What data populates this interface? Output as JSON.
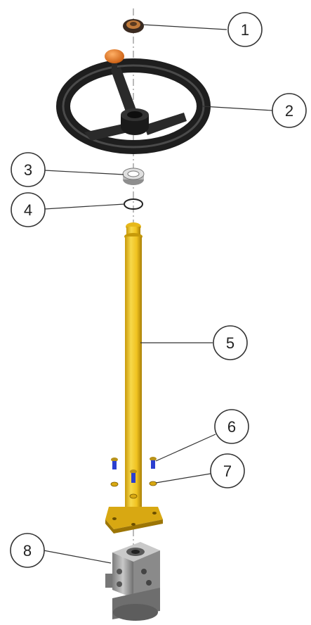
{
  "callouts": [
    {
      "id": "1",
      "label": "1"
    },
    {
      "id": "2",
      "label": "2"
    },
    {
      "id": "3",
      "label": "3"
    },
    {
      "id": "4",
      "label": "4"
    },
    {
      "id": "5",
      "label": "5"
    },
    {
      "id": "6",
      "label": "6"
    },
    {
      "id": "7",
      "label": "7"
    },
    {
      "id": "8",
      "label": "8"
    }
  ],
  "colors": {
    "column_yellow": "#f2c623",
    "column_shadow": "#b68b08",
    "wheel_black": "#1e1e1e",
    "knob_orange": "#e8741c",
    "unit_gray": "#9a9a9a",
    "bolt_blue": "#2b3fd0"
  }
}
